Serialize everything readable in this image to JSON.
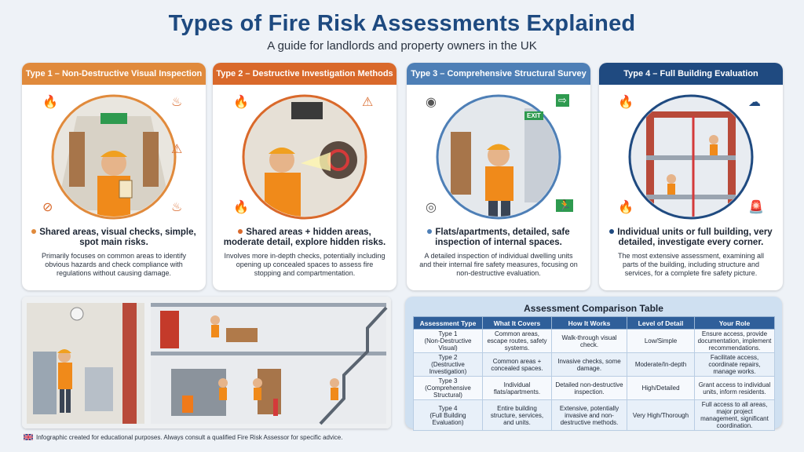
{
  "header": {
    "title": "Types of Fire Risk Assessments Explained",
    "subtitle": "A guide for landlords and property owners in the UK"
  },
  "colors": {
    "type1": "#e08a3c",
    "type2": "#d9692b",
    "type3": "#4e7fb6",
    "type4": "#1f4a80",
    "table_header": "#2f5f9a"
  },
  "cards": [
    {
      "header": "Type 1 – Non-Destructive Visual Inspection",
      "bullet": "Shared areas, visual checks, simple, spot main risks.",
      "desc": "Primarily focuses on common areas to identify obvious hazards and check compliance with regulations without causing damage.",
      "icons": [
        "fire-icon",
        "alarm-sound-icon",
        "warning-icon",
        "no-fire-icon",
        "heat-icon"
      ],
      "sign_text": ""
    },
    {
      "header": "Type 2 – Destructive Investigation Methods",
      "bullet": "Shared areas + hidden areas, moderate detail, explore hidden risks.",
      "desc": "Involves more in-depth checks, potentially including opening up concealed spaces to assess fire stopping and compartmentation.",
      "icons": [
        "fire-icon",
        "warning-icon",
        "flame-icon"
      ]
    },
    {
      "header": "Type 3 – Comprehensive Structural Survey",
      "bullet": "Flats/apartments, detailed, safe inspection of internal spaces.",
      "desc": "A detailed inspection of individual dwelling units and their internal fire safety measures, focusing on non-destructive evaluation.",
      "icons": [
        "smoke-detector-icon",
        "exit-sign-icon",
        "alarm-icon",
        "running-exit-icon"
      ],
      "sign_text": "EXIT"
    },
    {
      "header": "Type 4 – Full Building Evaluation",
      "bullet": "Individual units or full building, very detailed, investigate every corner.",
      "desc": "The most extensive assessment, examining all parts of the building, including structure and services, for a complete fire safety picture.",
      "icons": [
        "fire-icon",
        "storm-icon",
        "flame-icon",
        "siren-icon"
      ]
    }
  ],
  "table": {
    "title": "Assessment Comparison Table",
    "headers": [
      "Assessment Type",
      "What It Covers",
      "How It Works",
      "Level of Detail",
      "Your Role"
    ],
    "rows": [
      [
        "Type 1\n(Non-Destructive Visual)",
        "Common areas, escape routes, safety systems.",
        "Walk-through visual check.",
        "Low/Simple",
        "Ensure access, provide documentation, implement recommendations."
      ],
      [
        "Type 2\n(Destructive Investigation)",
        "Common areas + concealed spaces.",
        "Invasive checks, some damage.",
        "Moderate/In-depth",
        "Facilitate access, coordinate repairs, manage works."
      ],
      [
        "Type 3\n(Comprehensive Structural)",
        "Individual flats/apartments.",
        "Detailed non-destructive inspection.",
        "High/Detailed",
        "Grant access to individual units, inform residents."
      ],
      [
        "Type 4\n(Full Building Evaluation)",
        "Entire building structure, services, and units.",
        "Extensive, potentially invasive and non-destructive methods.",
        "Very High/Thorough",
        "Full access to all areas, major project management, significant coordination."
      ]
    ]
  },
  "footer": {
    "text": "Infographic created for educational purposes. Always consult a qualified Fire Risk Assessor for specific advice."
  }
}
